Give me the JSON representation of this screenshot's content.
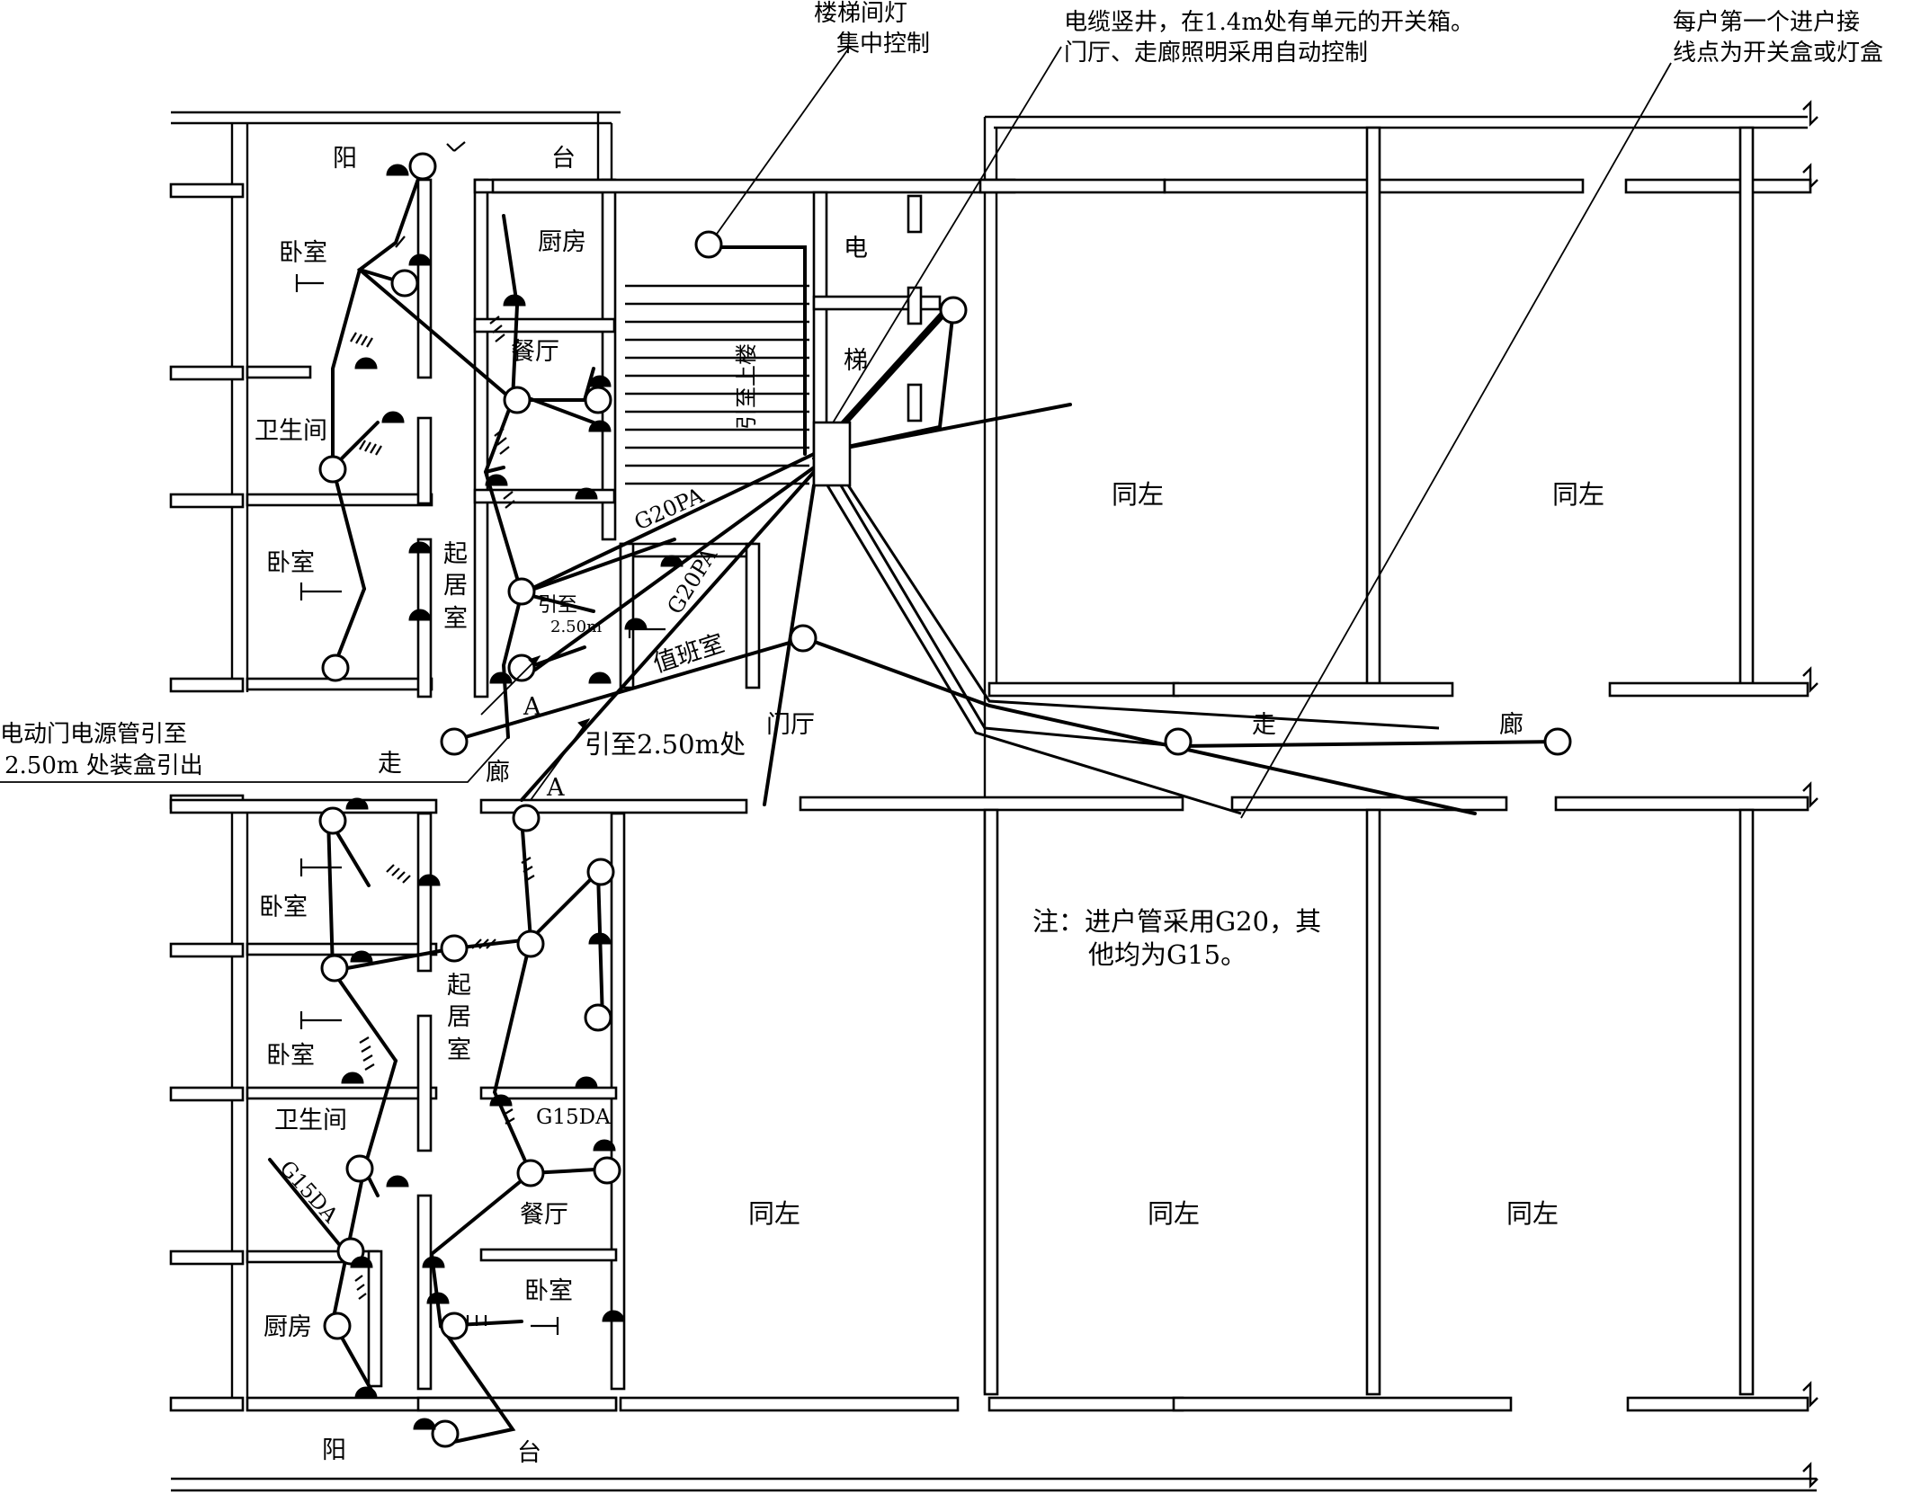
{
  "callouts": {
    "stair_light_l1": "楼梯间灯",
    "stair_light_l2": "集中控制",
    "shaft_l1": "电缆竖井，在1.4m处有单元的开关箱。",
    "shaft_l2": "门厅、走廊照明采用自动控制",
    "first_point_l1": "每户第一个进户接",
    "first_point_l2": "线点为开关盒或灯盒",
    "door_power_l1": "电动门电源管引至",
    "door_power_l2": "2.50m 处装盒引出"
  },
  "rooms": {
    "balcony_top_a": "阳",
    "balcony_top_b": "台",
    "bedroom_1": "卧室",
    "kitchen_top": "厨房",
    "dining_top": "餐厅",
    "bathroom_top": "卫生间",
    "bedroom_2": "卧室",
    "living_top": [
      "起",
      "居",
      "室"
    ],
    "elec": "电",
    "lift": "梯",
    "stair_riser": "引至上楼",
    "duty_room": "值班室",
    "hall": "门厅",
    "corridor_a": "走",
    "corridor_b": "廊",
    "bedroom_3": "卧室",
    "living_bottom": [
      "起",
      "居",
      "室"
    ],
    "bedroom_4": "卧室",
    "bathroom_bottom": "卫生间",
    "dining_bottom": "餐厅",
    "bedroom_5": "卧室",
    "kitchen_bottom": "厨房",
    "balcony_bottom_a": "阳",
    "balcony_bottom_b": "台",
    "same_left": "同左"
  },
  "labels": {
    "conduit_g20pa": "G20PA",
    "conduit_g15da": "G15DA",
    "riser_250_l1": "引至",
    "riser_250_l2": "2.50m",
    "lead_to_250": "引至2.50m处",
    "section_mark": "A"
  },
  "note": {
    "line1": "注：进户管采用G20，其",
    "line2": "他均为G15。"
  }
}
